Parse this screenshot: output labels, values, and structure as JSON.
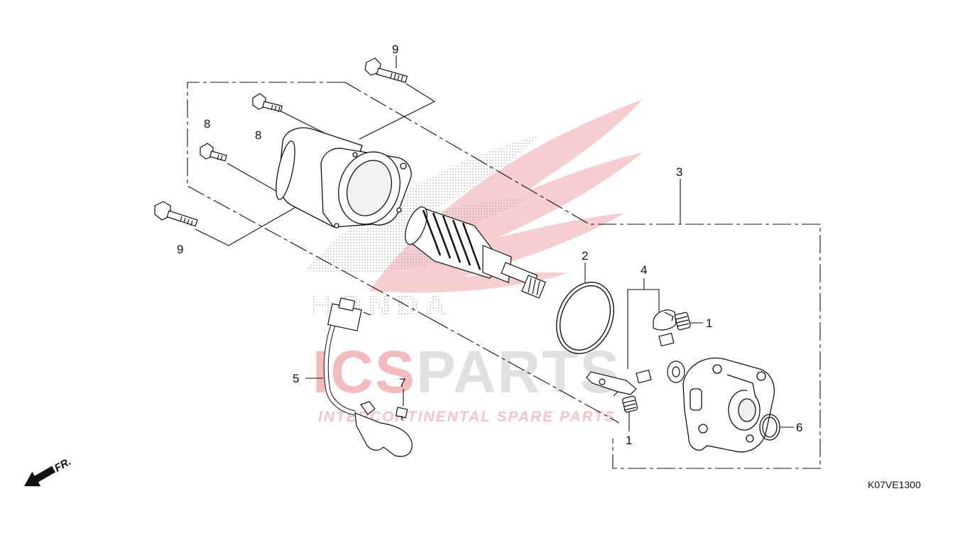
{
  "diagram": {
    "callouts": {
      "c1a": "1",
      "c1b": "1",
      "c2": "2",
      "c3": "3",
      "c4": "4",
      "c5": "5",
      "c6": "6",
      "c7": "7",
      "c8a": "8",
      "c8b": "8",
      "c9a": "9",
      "c9b": "9"
    },
    "drawing_code": "K07VE1300",
    "front_marker": "FR."
  },
  "watermark": {
    "brand_word": "HONDA",
    "logo_text": "ICSPARTS",
    "logo_text_accent": "ICS",
    "logo_text_rest": "PARTS",
    "tagline": "INTERCONTINENTAL SPARE PARTS",
    "accent_color": "#d8262c"
  }
}
